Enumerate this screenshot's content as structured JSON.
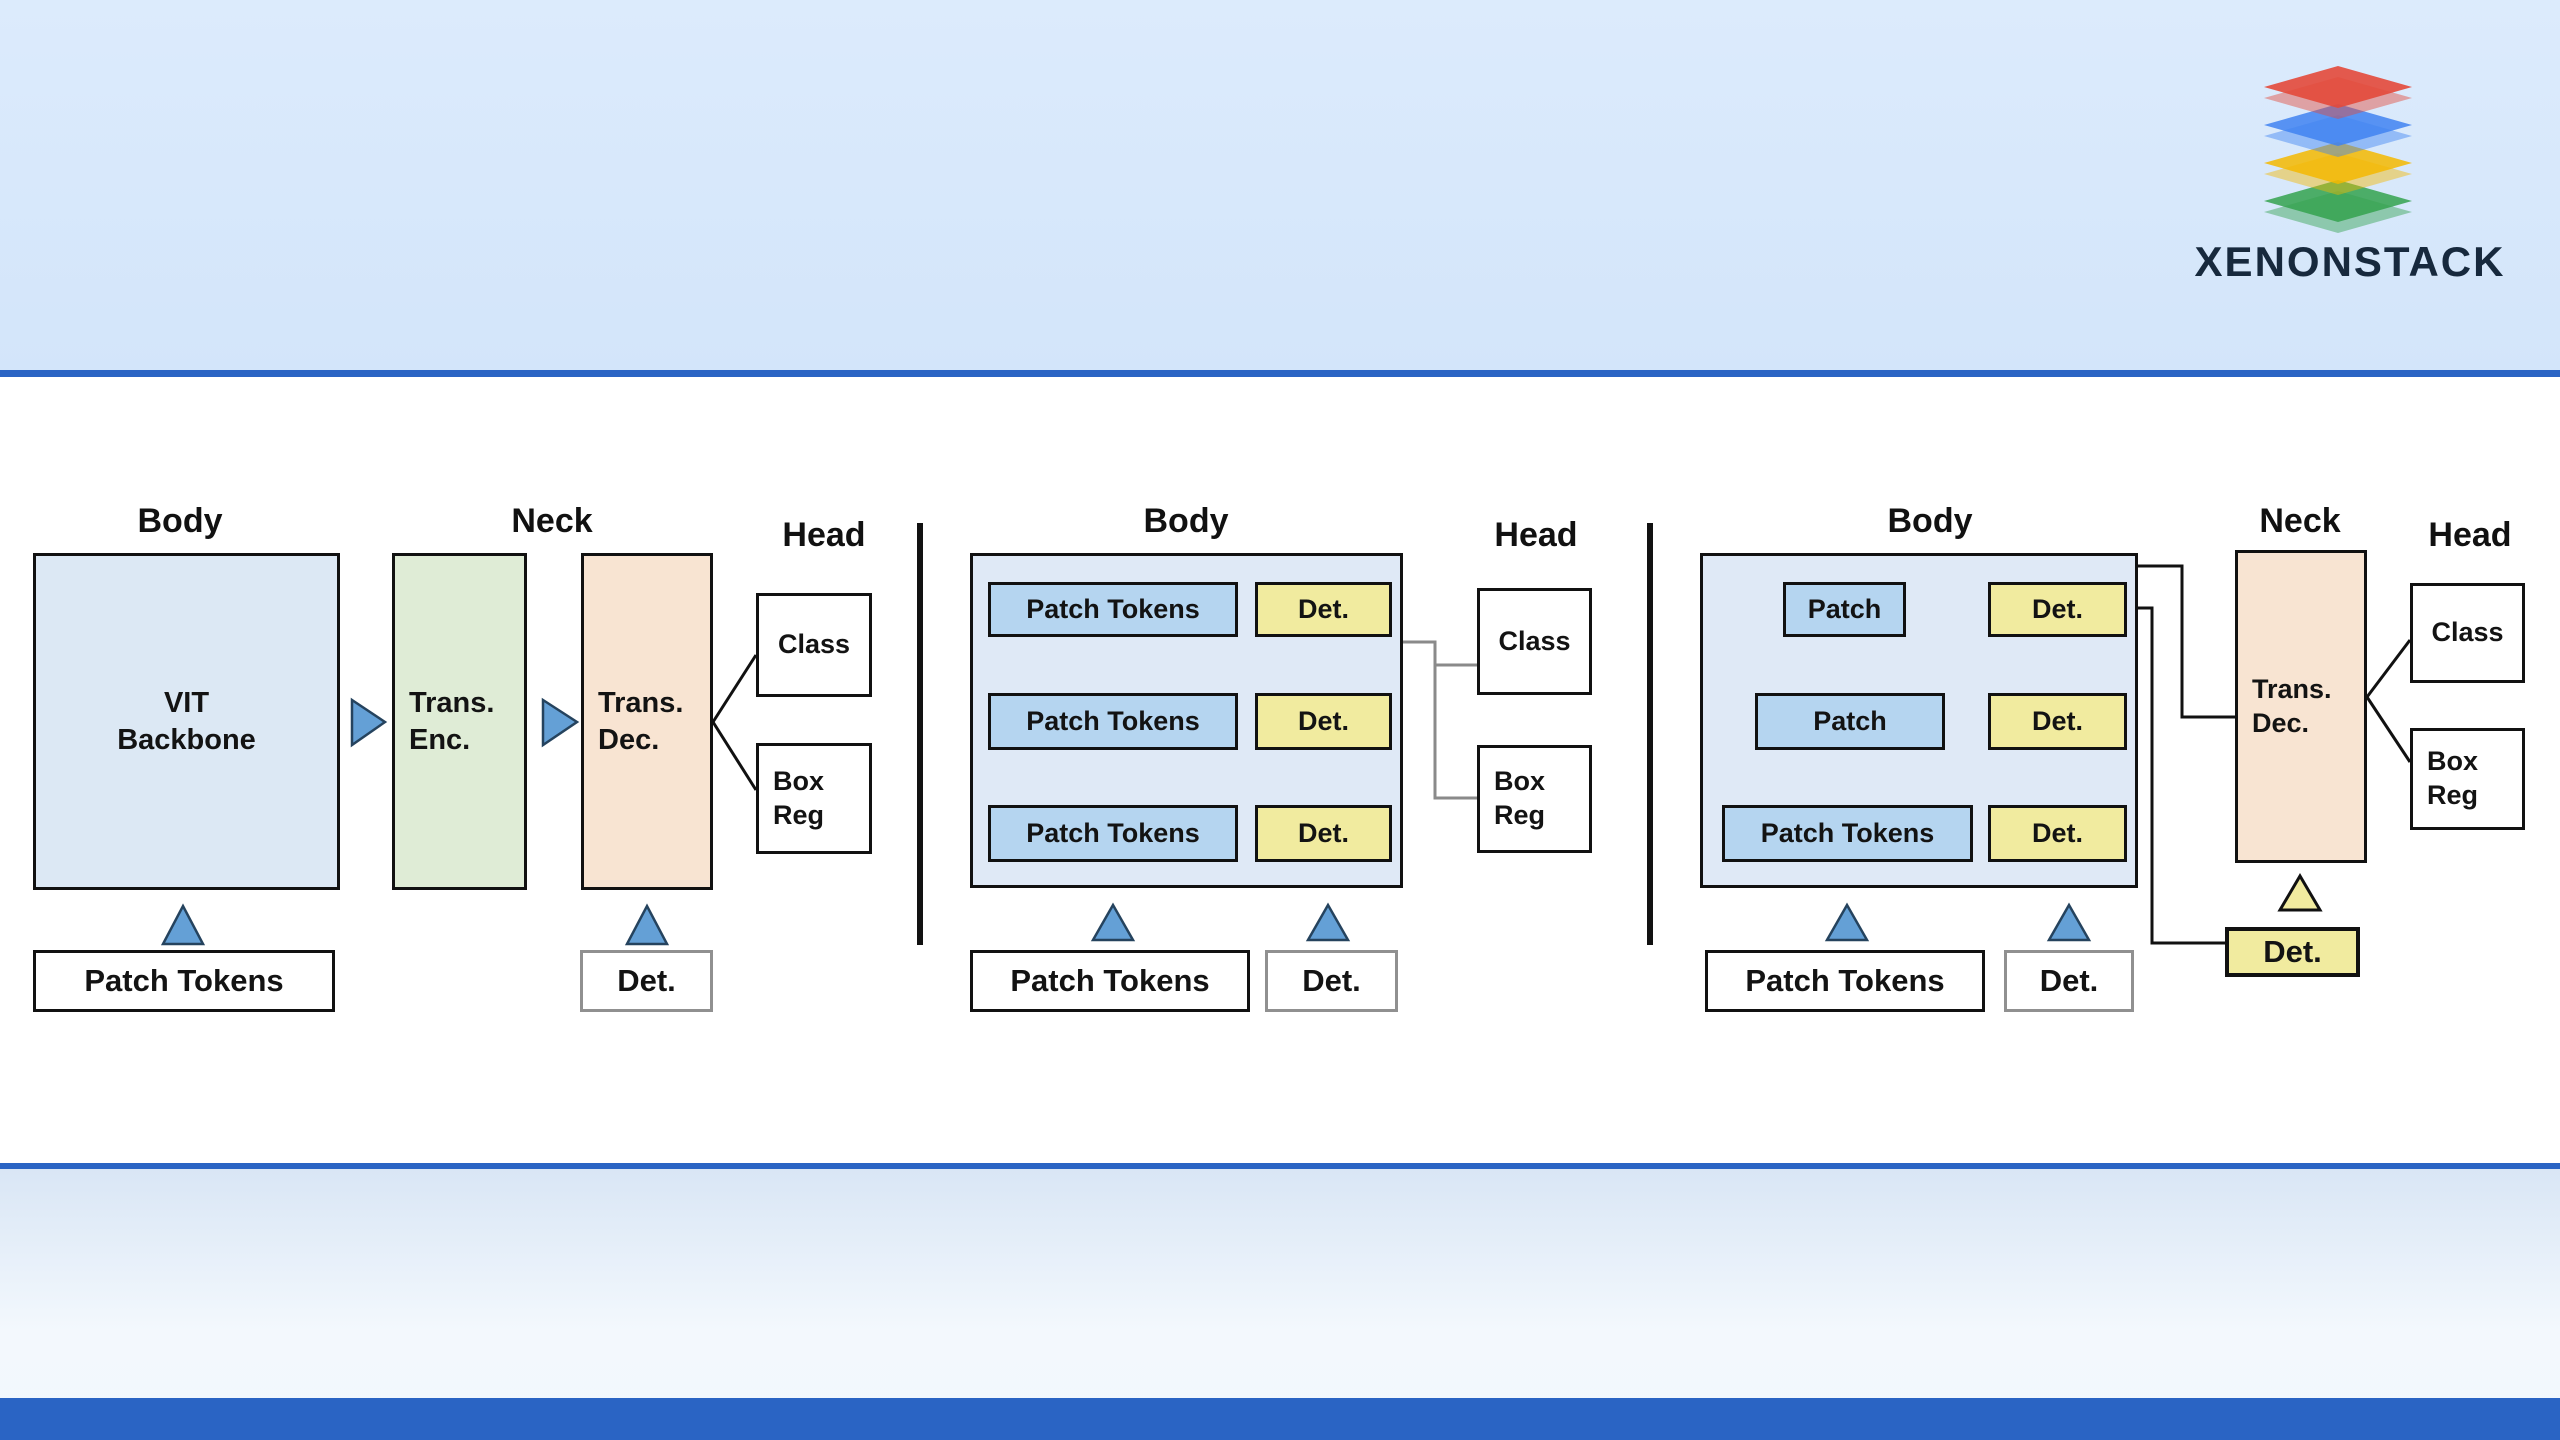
{
  "brand": {
    "name": "XENONSTACK",
    "logo_layer_colors": [
      "#e3493a",
      "#3f83f1",
      "#f5b800",
      "#34a24e"
    ]
  },
  "colors": {
    "accent_line": "#2a64c4",
    "top_band": "#d5e7fb",
    "container_blue": "#dfe9f6",
    "backbone_blue": "#dce8f4",
    "encoder_green": "#dfecd6",
    "decoder_peach": "#f8e4d2",
    "patch_blue": "#b5d5f0",
    "det_yellow": "#f1eb9f",
    "arrow_blue": "#64a0d6"
  },
  "panel_left": {
    "body_label": "Body",
    "neck_label": "Neck",
    "head_label": "Head",
    "backbone": "VIT Backbone",
    "encoder": "Trans. Enc.",
    "decoder": "Trans. Dec.",
    "class_head": "Class",
    "box_head": "Box Reg",
    "input_patch": "Patch Tokens",
    "input_det": "Det."
  },
  "panel_middle": {
    "body_label": "Body",
    "head_label": "Head",
    "rows": [
      {
        "patch": "Patch Tokens",
        "det": "Det."
      },
      {
        "patch": "Patch Tokens",
        "det": "Det."
      },
      {
        "patch": "Patch Tokens",
        "det": "Det."
      }
    ],
    "class_head": "Class",
    "box_head": "Box Reg",
    "input_patch": "Patch Tokens",
    "input_det": "Det."
  },
  "panel_right": {
    "body_label": "Body",
    "neck_label": "Neck",
    "head_label": "Head",
    "rows": [
      {
        "patch": "Patch",
        "det": "Det."
      },
      {
        "patch": "Patch",
        "det": "Det."
      },
      {
        "patch": "Patch Tokens",
        "det": "Det."
      }
    ],
    "decoder": "Trans. Dec.",
    "class_head": "Class",
    "box_head": "Box Reg",
    "input_patch": "Patch Tokens",
    "input_det": "Det.",
    "output_det": "Det."
  }
}
